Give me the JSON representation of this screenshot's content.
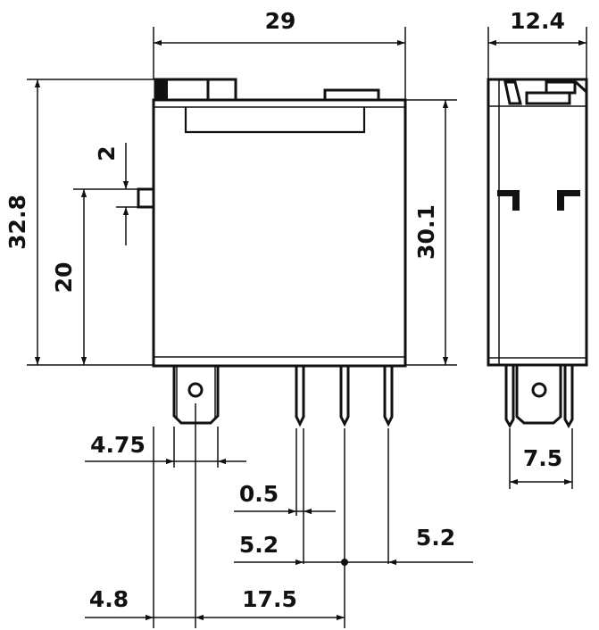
{
  "dimensions": {
    "width_total": "29",
    "depth": "12.4",
    "height_total": "32.8",
    "height_body": "30.1",
    "button_height": "2",
    "button_position": "20",
    "pin_width_side": "4.75",
    "pin_thickness": "0.5",
    "pin_pitch_left": "5.2",
    "pin_pitch_right": "5.2",
    "pin_offset": "4.8",
    "pin_spacing": "17.5",
    "side_pin_width": "7.5"
  }
}
